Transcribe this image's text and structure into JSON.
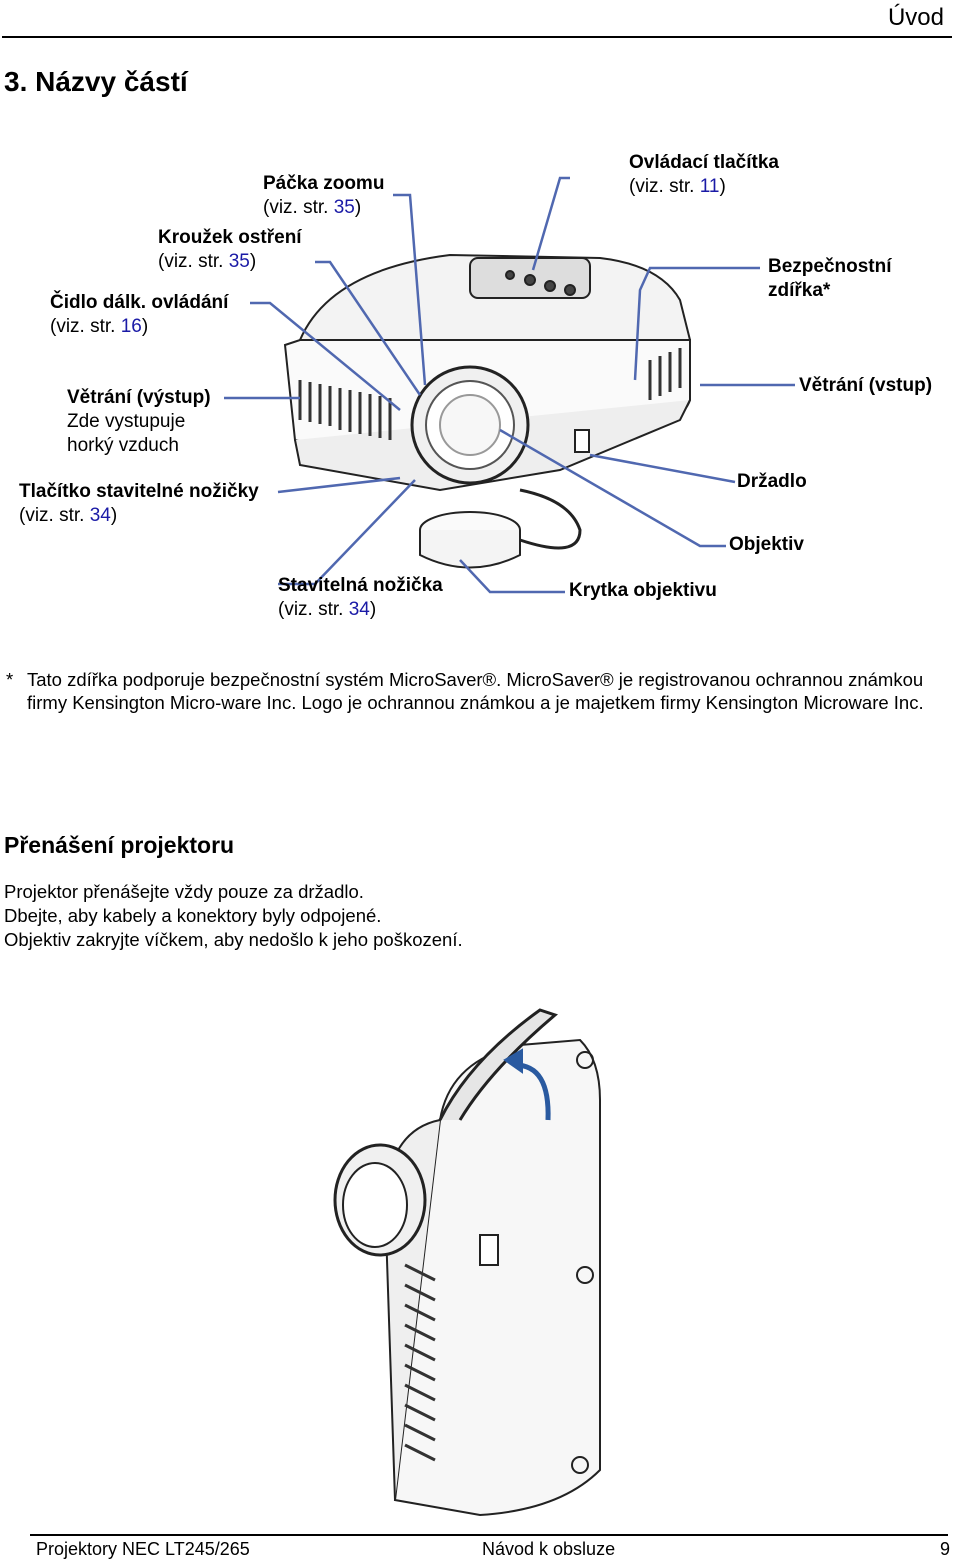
{
  "header": {
    "section": "Úvod"
  },
  "title": "3. Názvy částí",
  "parts": {
    "paka_zoomu": {
      "name": "Páčka zoomu",
      "ref_pre": "(viz. str. ",
      "ref_num": "35",
      "ref_post": ")"
    },
    "krouzek": {
      "name": "Kroužek ostření",
      "ref_pre": "(viz. str. ",
      "ref_num": "35",
      "ref_post": ")"
    },
    "cidlo": {
      "name": "Čidlo dálk. ovládání",
      "ref_pre": "(viz. str. ",
      "ref_num": "16",
      "ref_post": ")"
    },
    "ovladaci": {
      "name": "Ovládací tlačítka",
      "ref_pre": "(viz. str. ",
      "ref_num": "11",
      "ref_post": ")"
    },
    "bezpecnostni": {
      "name_line1": "Bezpečnostní",
      "name_line2": "zdířka*"
    },
    "vetrani_vystup": {
      "name": "Větrání (výstup)",
      "desc_line1": "Zde vystupuje",
      "desc_line2": "horký vzduch"
    },
    "vetrani_vstup": {
      "name": "Větrání (vstup)"
    },
    "tlacitko": {
      "name": "Tlačítko stavitelné nožičky",
      "ref_pre": "(viz. str. ",
      "ref_num": "34",
      "ref_post": ")"
    },
    "drzadlo": {
      "name": "Držadlo"
    },
    "objektiv": {
      "name": "Objektiv"
    },
    "nozicka": {
      "name": "Stavitelná nožička",
      "ref_pre": "(viz. str. ",
      "ref_num": "34",
      "ref_post": ")"
    },
    "krytka": {
      "name": "Krytka objektivu"
    }
  },
  "footnote": {
    "star": "*",
    "text": "Tato zdířka podporuje bezpečnostní systém MicroSaver®. MicroSaver® je registrovanou ochrannou známkou firmy Kensington Micro-ware Inc. Logo je ochrannou známkou a je majetkem firmy Kensington Microware Inc."
  },
  "carry": {
    "heading": "Přenášení projektoru",
    "line1": "Projektor přenášejte vždy pouze za držadlo.",
    "line2": "Dbejte, aby kabely a konektory byly odpojené.",
    "line3": "Objektiv zakryjte víčkem, aby nedošlo k jeho poškození."
  },
  "footer": {
    "left": "Projektory NEC LT245/265",
    "center": "Návod k obsluze",
    "page": "9"
  },
  "colors": {
    "link": "#1a1aa6",
    "callout": "#5068b0",
    "arrow": "#2a5aa0"
  }
}
